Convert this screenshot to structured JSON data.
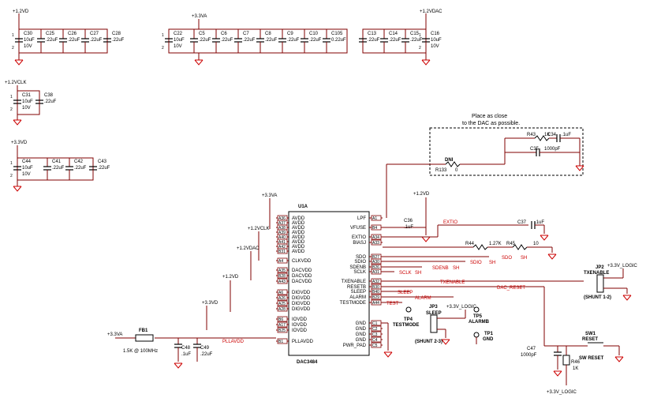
{
  "rails": {
    "r12vd_top": "+1.2VD",
    "r33va_top": "+3.3VA",
    "r12vdac_top": "+1.2VDAC",
    "r12vclk": "+1.2VCLK",
    "r33vd_mid": "+3.3VD",
    "r33va_pin": "+3.3VA",
    "r12vclk_pin": "+1.2VCLK",
    "r12vdac_pin": "+1.2VDAC",
    "r12vd_pin": "+1.2VD",
    "r33vd_pin": "+3.3VD",
    "r33va_fb": "+3.3VA",
    "r12vd_vfuse": "+1.2VD",
    "r33v_logic_jp2": "+3.3V_LOGIC",
    "r33v_logic_jp3": "+3.3V_LOGIC",
    "r33v_logic_bottom": "+3.3V_LOGIC"
  },
  "caps_group1": [
    {
      "ref": "C30",
      "val1": "10uF",
      "val2": "10V",
      "pin": "1",
      "pin2": "2"
    },
    {
      "ref": "C25",
      "val1": ".22uF"
    },
    {
      "ref": "C26",
      "val1": ".22uF"
    },
    {
      "ref": "C27",
      "val1": ".22uF"
    },
    {
      "ref": "C28",
      "val1": ".22uF"
    }
  ],
  "caps_group2": [
    {
      "ref": "C22",
      "val1": "10uF",
      "val2": "10V",
      "pin": "1",
      "pin2": "2"
    },
    {
      "ref": "C5",
      "val1": ".22uF"
    },
    {
      "ref": "C6",
      "val1": ".22uF"
    },
    {
      "ref": "C7",
      "val1": ".22uF"
    },
    {
      "ref": "C8",
      "val1": ".22uF"
    },
    {
      "ref": "C9",
      "val1": ".22uF"
    },
    {
      "ref": "C10",
      "val1": ".22uF"
    },
    {
      "ref": "C105",
      "val1": "0.22uF"
    }
  ],
  "caps_group3": [
    {
      "ref": "C13",
      "val1": ".22uF"
    },
    {
      "ref": "C14",
      "val1": ".22uF"
    },
    {
      "ref": "C15",
      "val1": ".22uF"
    },
    {
      "ref": "C16",
      "val1": "10uF",
      "val2": "10V",
      "pin": "1",
      "pin2": "2"
    }
  ],
  "caps_group4": [
    {
      "ref": "C31",
      "val1": "10uF",
      "val2": "10V",
      "pin": "1",
      "pin2": "2"
    },
    {
      "ref": "C38",
      "val1": ".22uF"
    }
  ],
  "caps_group5": [
    {
      "ref": "C44",
      "val1": "10uF",
      "val2": "10V",
      "pin": "1",
      "pin2": "2"
    },
    {
      "ref": "C41",
      "val1": ".22uF"
    },
    {
      "ref": "C42",
      "val1": ".22uF"
    },
    {
      "ref": "C43",
      "val1": ".22uF"
    }
  ],
  "note": {
    "line1": "Place as close",
    "line2": "to the DAC as possible."
  },
  "chip": {
    "ref": "U1A",
    "name": "DAC3484"
  },
  "left_pins": [
    {
      "num": "A36",
      "name": "AVDD"
    },
    {
      "num": "A37",
      "name": "AVDD"
    },
    {
      "num": "A38",
      "name": "AVDD"
    },
    {
      "num": "A39",
      "name": "AVDD"
    },
    {
      "num": "A40",
      "name": "AVDD"
    },
    {
      "num": "A41",
      "name": "AVDD"
    },
    {
      "num": "A42",
      "name": "AVDD"
    },
    {
      "num": "B31",
      "name": "AVDD"
    },
    {
      "num": "A4",
      "name": "CLKVDD"
    },
    {
      "num": "A35",
      "name": "DACVDD"
    },
    {
      "num": "B28",
      "name": "DACVDD"
    },
    {
      "num": "A43",
      "name": "DACVDD"
    },
    {
      "num": "A6",
      "name": "DIGVDD"
    },
    {
      "num": "A26",
      "name": "DIGVDD"
    },
    {
      "num": "A25",
      "name": "DIGVDD"
    },
    {
      "num": "A28",
      "name": "DIGVDD"
    },
    {
      "num": "B6",
      "name": "IOVDD"
    },
    {
      "num": "A17",
      "name": "IOVDD"
    },
    {
      "num": "B25",
      "name": "IOVDD"
    },
    {
      "num": "B1",
      "name": "PLLAVDD"
    }
  ],
  "right_pins": [
    {
      "num": "A1",
      "name": "LPF"
    },
    {
      "num": "B4",
      "name": "VFUSE"
    },
    {
      "num": "A34",
      "name": "EXTIO"
    },
    {
      "num": "A33",
      "name": "BIASJ"
    },
    {
      "num": "B27",
      "name": "SDO"
    },
    {
      "num": "A30",
      "name": "SDIO"
    },
    {
      "num": "B26",
      "name": "SDENB"
    },
    {
      "num": "A31",
      "name": "SCLK"
    },
    {
      "num": "A32",
      "name": "TXENABLE"
    },
    {
      "num": "B30",
      "name": "RESETB"
    },
    {
      "num": "B40",
      "name": "SLEEP"
    },
    {
      "num": "B29",
      "name": "ALARM"
    },
    {
      "num": "A44",
      "name": "TESTMODE"
    },
    {
      "num": "C1",
      "name": "GND"
    },
    {
      "num": "C2",
      "name": "GND"
    },
    {
      "num": "C3",
      "name": "GND"
    },
    {
      "num": "C4",
      "name": "GND"
    },
    {
      "num": "C5",
      "name": "PWR_PAD"
    }
  ],
  "parts": {
    "r43": "R43",
    "r43v": "1K",
    "c34": "C34",
    "c34v": ".1uF",
    "c35": "C35",
    "c35v": "1000pF",
    "dni": "DNI",
    "r133": "R133",
    "r133v": "0",
    "c36": "C36",
    "c36v": ".1uF",
    "c37": "C37",
    "c37v": ".1uF",
    "r44": "R44",
    "r44v": "1.27K",
    "r45": "R45",
    "r45v": "10",
    "fb1": "FB1",
    "fb1v": "1.5K @ 100MHz",
    "c48": "C48",
    "c48v": ".1uF",
    "c49": "C49",
    "c49v": ".22uF",
    "jp2": "JP2",
    "jp2name": "TXENABLE",
    "jp2shunt": "(SHUNT 1-2)",
    "jp3": "JP3",
    "jp3name": "SLEEP",
    "jp3shunt": "(SHUNT 2-3)",
    "tp4": "TP4",
    "tp4name": "TESTMODE",
    "tp5": "TP5",
    "tp5name": "ALARMB",
    "tp1": "TP1",
    "tp1name": "GND",
    "c47": "C47",
    "c47v": "1000pF",
    "r46": "R46",
    "r46v": "1K",
    "sw1": "SW1",
    "sw1name": "RESET",
    "sw1label": "SW RESET"
  },
  "nets": {
    "extio": "EXTIO",
    "sdo": "SDO",
    "sdio": "SDIO",
    "sdenb": "SDENB",
    "sclk": "SCLK",
    "sh": "SH",
    "txenable": "TXENABLE",
    "dac_reset": "DAC_RESET",
    "sleep": "SLEEP",
    "alarm": "ALARM",
    "test": "TEST",
    "pllavdd": "PLLAVDD"
  }
}
